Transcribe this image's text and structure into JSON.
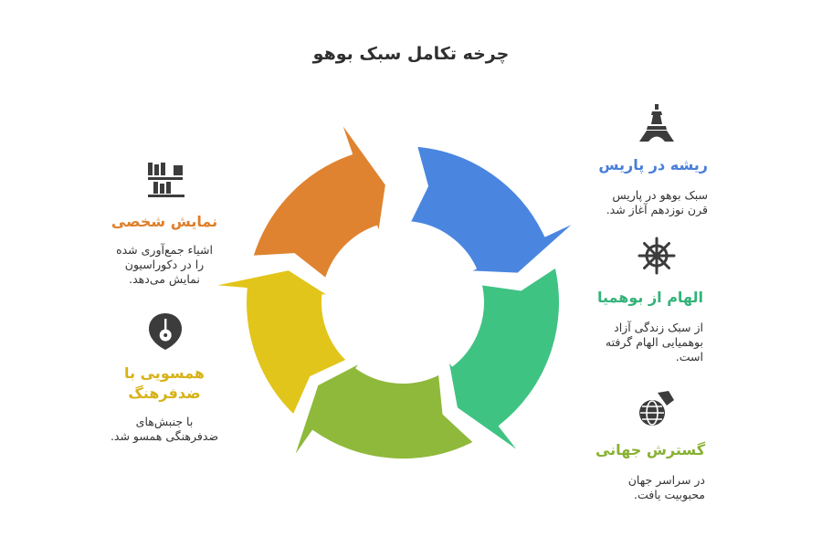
{
  "title": "چرخه تکامل سبک بوهو",
  "colors": {
    "blue": "#4a86e0",
    "green": "#3fc383",
    "lime": "#8fb93b",
    "yellow": "#e2c51a",
    "orange": "#df8330",
    "title_paris": "#4a7fd9",
    "title_bohemia": "#34b27a",
    "title_global": "#88b133",
    "title_counter": "#d7b218",
    "title_display": "#de7f2c",
    "icon": "#3c3c3c"
  },
  "stages": [
    {
      "id": "paris",
      "title": "ریشه در پاریس",
      "desc_lines": [
        "سبک بوهو در پاریس",
        "قرن نوزدهم آغاز شد."
      ],
      "icon": "eiffel-tower-icon"
    },
    {
      "id": "bohemia",
      "title": "الهام از بوهمیا",
      "desc_lines": [
        "از سبک زندگی آزاد",
        "بوهمیایی الهام گرفته",
        "است."
      ],
      "icon": "ship-wheel-icon"
    },
    {
      "id": "global",
      "title": "گسترش جهانی",
      "desc_lines": [
        "در سراسر جهان",
        "محبوبیت یافت."
      ],
      "icon": "globe-chat-icon"
    },
    {
      "id": "counter",
      "title_lines": [
        "همسویی با",
        "ضدفرهنگ"
      ],
      "desc_lines": [
        "با جنبش‌های",
        "ضدفرهنگی همسو شد."
      ],
      "icon": "guitar-pin-icon"
    },
    {
      "id": "display",
      "title": "نمایش شخصی",
      "desc_lines": [
        "اشیاء جمع‌آوری شده",
        "را در دکوراسیون",
        "نمایش می‌دهد."
      ],
      "icon": "bookshelf-icon"
    }
  ]
}
